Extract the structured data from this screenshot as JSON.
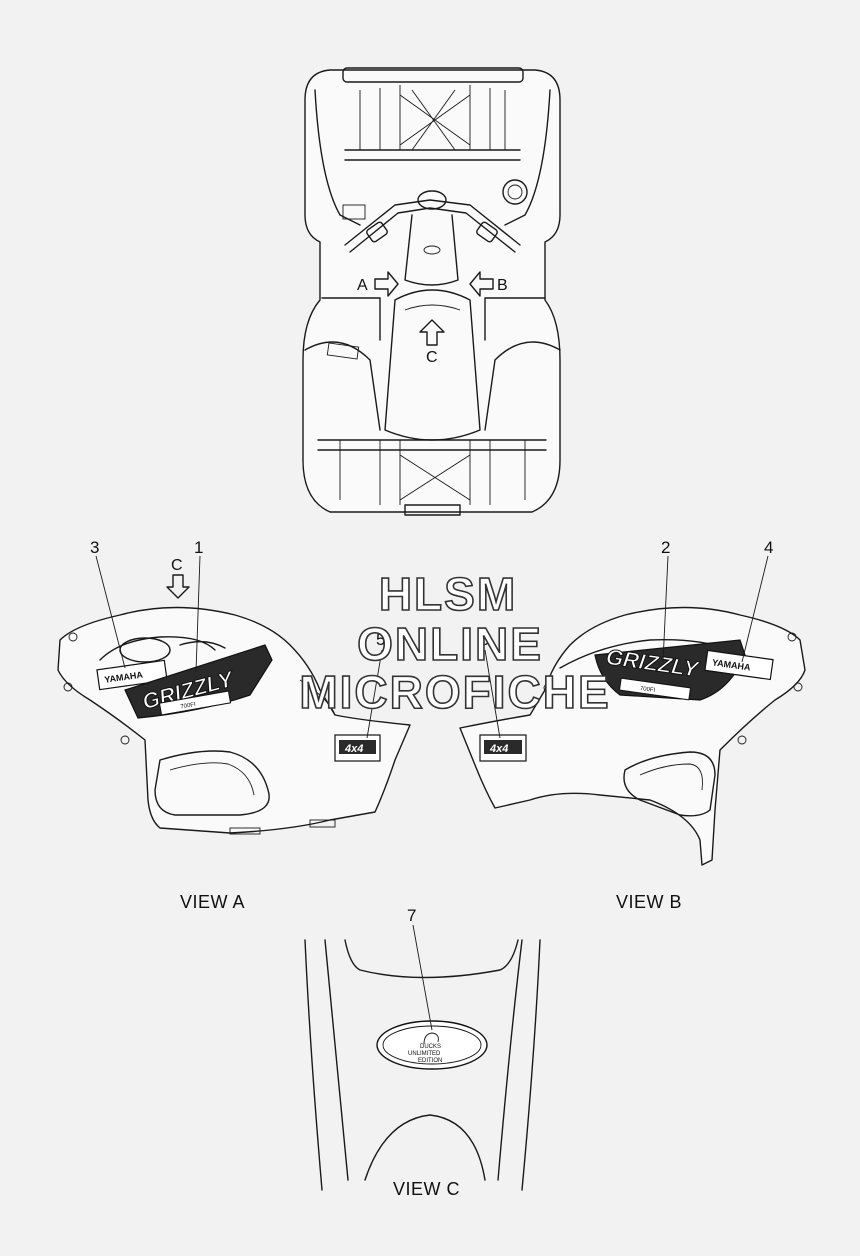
{
  "watermark": {
    "line1": "HLSM",
    "line2": "ONLINE",
    "line3": "MICROFICHE"
  },
  "top_view": {
    "arrow_a_label": "A",
    "arrow_b_label": "B",
    "arrow_c_label": "C"
  },
  "view_a": {
    "title": "VIEW A",
    "arrow_c_label": "C",
    "callouts": [
      "3",
      "1",
      "5"
    ],
    "decal_yamaha": "YAMAHA",
    "decal_grizzly": "GRIZZLY",
    "decal_700": "700FI",
    "decal_4x4": "4x4"
  },
  "view_b": {
    "title": "VIEW B",
    "callouts": [
      "2",
      "4",
      "6"
    ],
    "decal_yamaha": "YAMAHA",
    "decal_grizzly": "GRIZZLY",
    "decal_700": "700FI",
    "decal_4x4": "4x4"
  },
  "view_c": {
    "title": "VIEW C",
    "callouts": [
      "7"
    ],
    "decal_line1": "DUCKS",
    "decal_line2": "UNLIMITED",
    "decal_line3": "EDITION"
  }
}
